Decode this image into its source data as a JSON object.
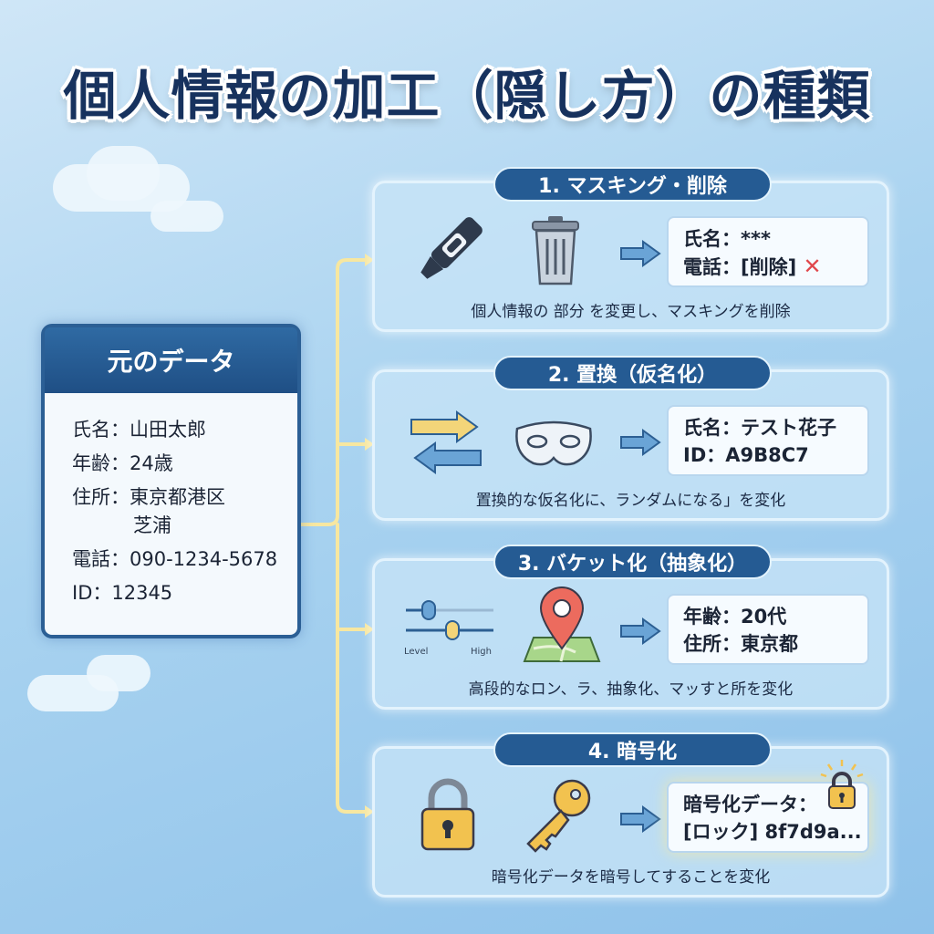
{
  "title": "個人情報の加工（隠し方）の種類",
  "original": {
    "heading": "元のデータ",
    "rows": [
      "氏名：山田太郎",
      "年齢：24歳",
      "住所：東京都港区",
      "芝浦",
      "電話：090-1234-5678",
      "ID：12345"
    ]
  },
  "methods": [
    {
      "title": "1. マスキング・削除",
      "result": [
        "氏名：***",
        "電話：[削除]"
      ],
      "caption": "個人情報の 部分 を変更し、マスキングを削除",
      "icons": [
        "marker-icon",
        "trash-icon"
      ]
    },
    {
      "title": "2. 置換（仮名化）",
      "result": [
        "氏名：テスト花子",
        "ID：A9B8C7"
      ],
      "caption": "置換的な仮名化に、ランダムになる」を変化",
      "icons": [
        "swap-arrows-icon",
        "mask-icon"
      ]
    },
    {
      "title": "3. バケット化（抽象化）",
      "result": [
        "年齢：20代",
        "住所：東京都"
      ],
      "caption": "高段的なロン、ラ、抽象化、マッすと所を変化",
      "icons": [
        "slider-icon",
        "map-pin-icon"
      ],
      "slider_labels": [
        "Level",
        "High"
      ]
    },
    {
      "title": "4. 暗号化",
      "result": [
        "暗号化データ：",
        "[ロック] 8f7d9a..."
      ],
      "caption": "暗号化データを暗号してすることを変化",
      "icons": [
        "padlock-icon",
        "key-icon"
      ]
    }
  ],
  "colors": {
    "navy": "#255b93",
    "connector": "#f7e7a0",
    "accent_yellow": "#f2c24f",
    "delete_red": "#e0474c"
  }
}
